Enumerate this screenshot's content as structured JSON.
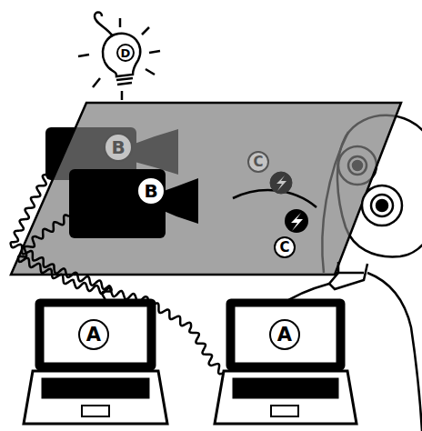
{
  "diagram": {
    "labels": [
      "D",
      "B",
      "C",
      "B",
      "C",
      "A",
      "A"
    ]
  }
}
